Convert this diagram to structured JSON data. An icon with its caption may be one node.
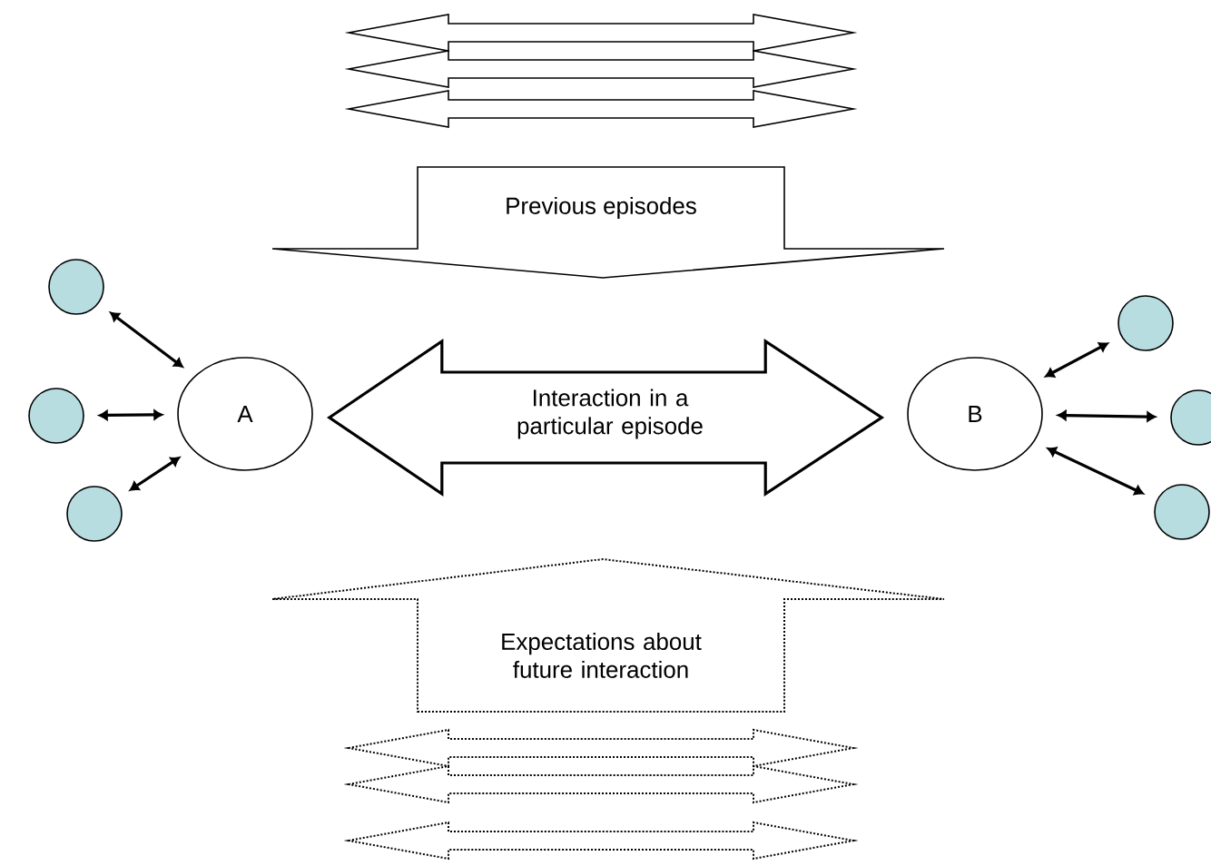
{
  "diagram": {
    "nodes": [
      {
        "text": [
          "Previous episodes"
        ]
      },
      {
        "text": [
          "A"
        ]
      },
      {
        "text": [
          "B"
        ]
      },
      {
        "text": [
          "Expectations about future interaction"
        ]
      },
      {
        "text": [],
        "shape": "circle"
      },
      {
        "text": [],
        "shape": "circle"
      },
      {
        "text": [],
        "shape": "circle"
      },
      {
        "text": [],
        "shape": "circle"
      },
      {
        "text": [],
        "shape": "circle"
      },
      {
        "text": [],
        "shape": "circle"
      }
    ],
    "edges": [
      {
        "from": 1,
        "to": 2,
        "arrow": "both",
        "label": "Interaction in a particular episode",
        "style": "thick"
      },
      {
        "from": 4,
        "to": 1,
        "arrow": "both"
      },
      {
        "from": 5,
        "to": 1,
        "arrow": "both"
      },
      {
        "from": 6,
        "to": 1,
        "arrow": "both"
      },
      {
        "from": 2,
        "to": 7,
        "arrow": "both"
      },
      {
        "from": 2,
        "to": 8,
        "arrow": "both"
      },
      {
        "from": 2,
        "to": 9,
        "arrow": "both"
      }
    ]
  }
}
